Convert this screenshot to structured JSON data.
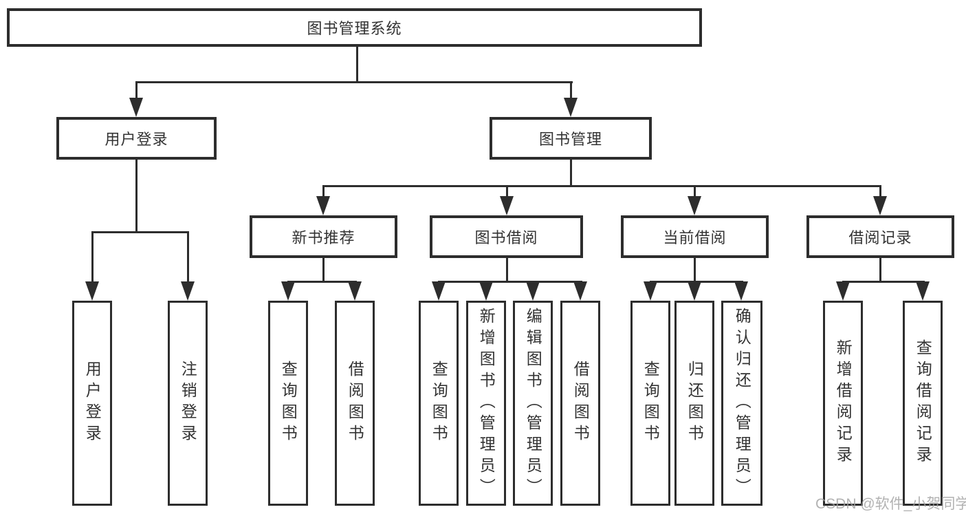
{
  "tree": {
    "root": {
      "label": "图书管理系统",
      "children": [
        {
          "label": "用户登录",
          "children": [
            {
              "label": "用户登录"
            },
            {
              "label": "注销登录"
            }
          ]
        },
        {
          "label": "图书管理",
          "children": [
            {
              "label": "新书推荐",
              "children": [
                {
                  "label": "查询图书"
                },
                {
                  "label": "借阅图书"
                }
              ]
            },
            {
              "label": "图书借阅",
              "children": [
                {
                  "label": "查询图书"
                },
                {
                  "label": "新增图书（管理员）"
                },
                {
                  "label": "编辑图书（管理员）"
                },
                {
                  "label": "借阅图书"
                }
              ]
            },
            {
              "label": "当前借阅",
              "children": [
                {
                  "label": "查询图书"
                },
                {
                  "label": "归还图书"
                },
                {
                  "label": "确认归还（管理员）"
                }
              ]
            },
            {
              "label": "借阅记录",
              "children": [
                {
                  "label": "新增借阅记录"
                },
                {
                  "label": "查询借阅记录"
                }
              ]
            }
          ]
        }
      ]
    }
  },
  "watermark": "CSDN @软件_小贺同学",
  "colors": {
    "line": "#2d2d2d",
    "text": "#333333",
    "watermark_text": "#a0a0a0",
    "background": "#ffffff"
  }
}
